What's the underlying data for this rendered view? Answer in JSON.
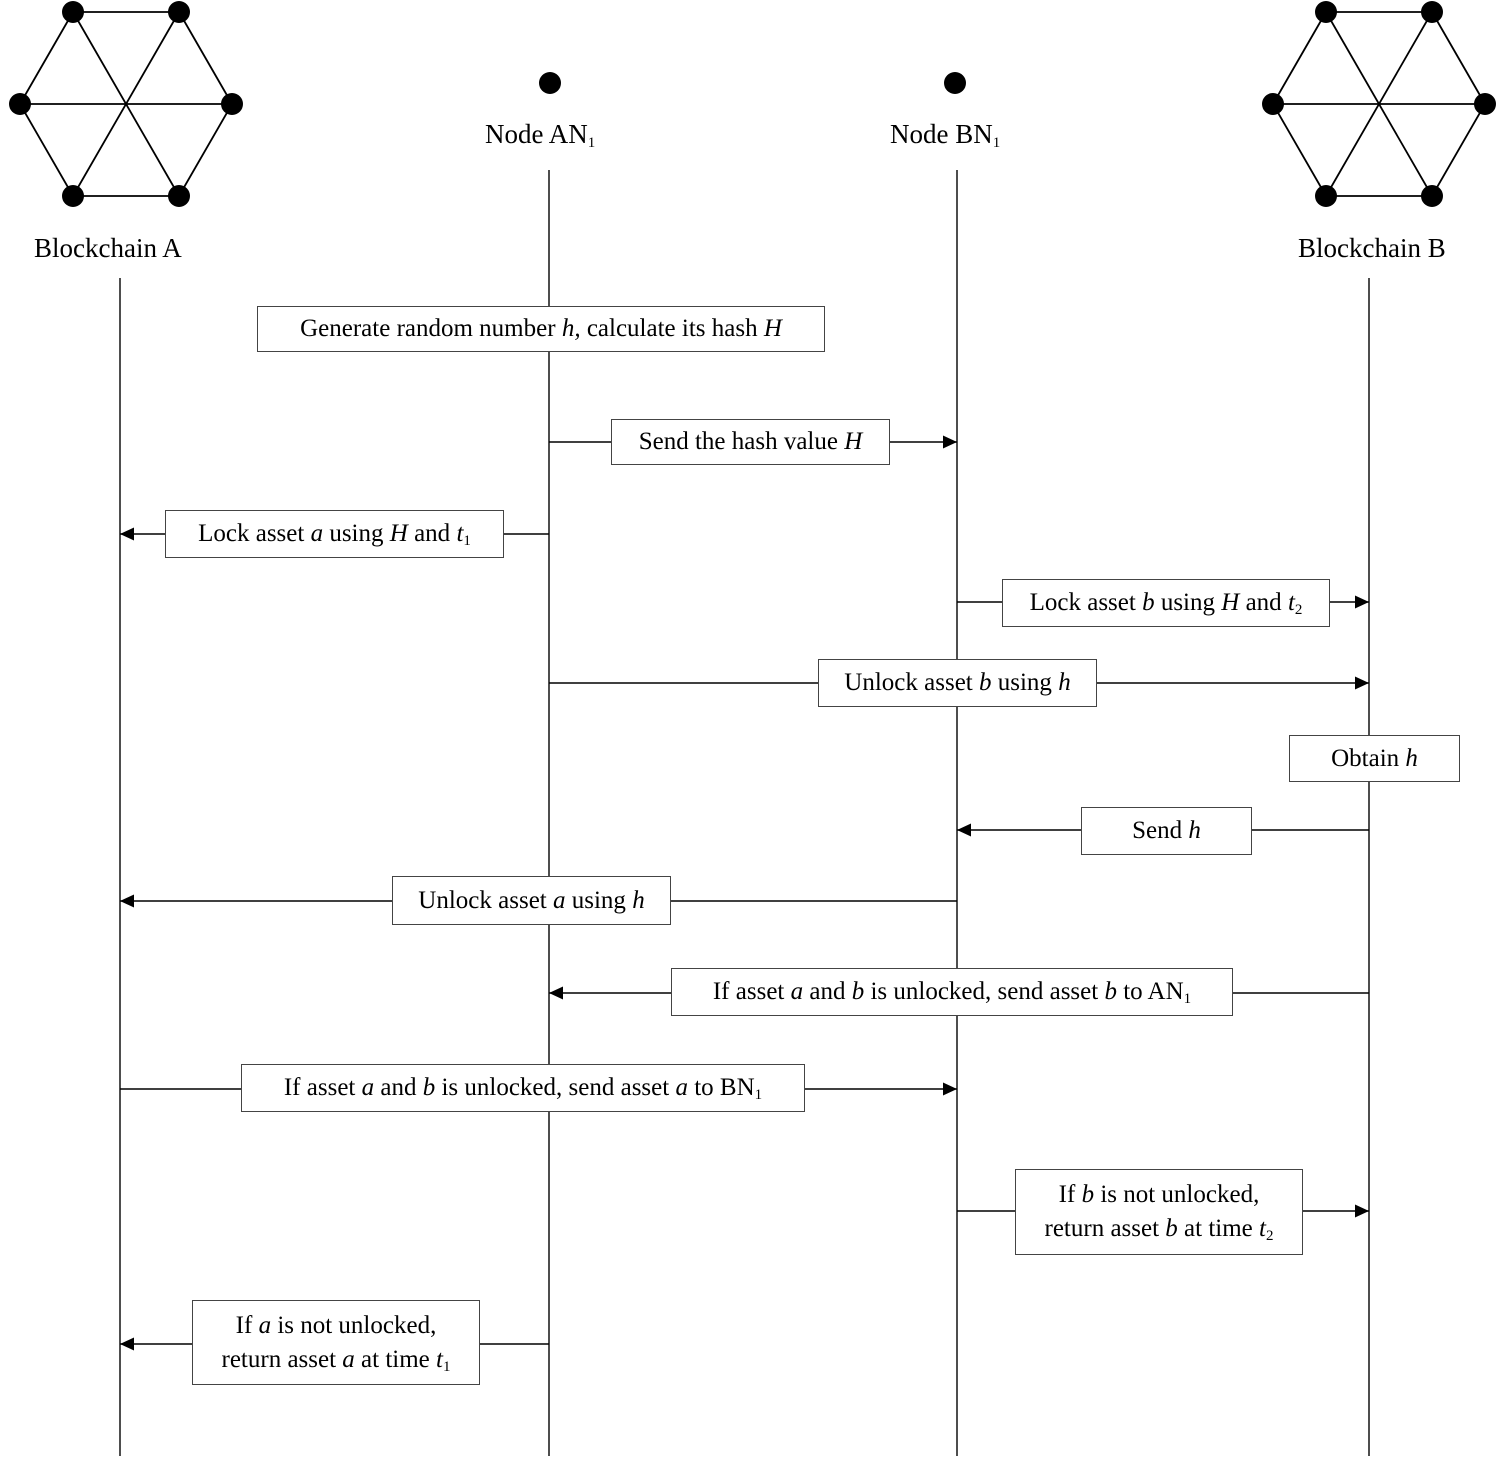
{
  "participants": {
    "blockchain_a": "Blockchain A",
    "node_an1": {
      "text": "Node AN",
      "sub": "1"
    },
    "node_bn1": {
      "text": "Node BN",
      "sub": "1"
    },
    "blockchain_b": "Blockchain B"
  },
  "messages": [
    {
      "id": "generate",
      "from": "node_an1",
      "to": "node_an1",
      "lines": [
        [
          "Generate random number ",
          {
            "i": "h,"
          },
          " calculate its hash ",
          {
            "i": "H"
          }
        ]
      ]
    },
    {
      "id": "send-hash",
      "from": "node_an1",
      "to": "node_bn1",
      "lines": [
        [
          "Send the hash value ",
          {
            "i": "H"
          }
        ]
      ]
    },
    {
      "id": "lock-a",
      "from": "node_an1",
      "to": "blockchain_a",
      "lines": [
        [
          "Lock asset ",
          {
            "i": "a"
          },
          " using ",
          {
            "i": "H"
          },
          " and ",
          {
            "i": "t"
          },
          {
            "sub": "1"
          }
        ]
      ]
    },
    {
      "id": "lock-b",
      "from": "node_bn1",
      "to": "blockchain_b",
      "lines": [
        [
          "Lock asset ",
          {
            "i": "b"
          },
          " using ",
          {
            "i": "H"
          },
          " and ",
          {
            "i": "t"
          },
          {
            "sub": "2"
          }
        ]
      ]
    },
    {
      "id": "unlock-b",
      "from": "node_an1",
      "to": "blockchain_b",
      "lines": [
        [
          "Unlock asset ",
          {
            "i": "b"
          },
          " using ",
          {
            "i": "h"
          }
        ]
      ]
    },
    {
      "id": "obtain-h",
      "from": "blockchain_b",
      "to": "blockchain_b",
      "lines": [
        [
          "Obtain ",
          {
            "i": "h"
          }
        ]
      ]
    },
    {
      "id": "send-h",
      "from": "blockchain_b",
      "to": "node_bn1",
      "lines": [
        [
          "Send ",
          {
            "i": "h"
          }
        ]
      ]
    },
    {
      "id": "unlock-a",
      "from": "node_bn1",
      "to": "blockchain_a",
      "lines": [
        [
          "Unlock asset ",
          {
            "i": "a"
          },
          " using ",
          {
            "i": "h"
          }
        ]
      ]
    },
    {
      "id": "send-b-to-an1",
      "from": "blockchain_b",
      "to": "node_an1",
      "lines": [
        [
          "If asset ",
          {
            "i": "a"
          },
          " and ",
          {
            "i": "b"
          },
          " is unlocked, send asset ",
          {
            "i": "b"
          },
          " to AN",
          {
            "sub": "1"
          }
        ]
      ]
    },
    {
      "id": "send-a-to-bn1",
      "from": "blockchain_a",
      "to": "node_bn1",
      "lines": [
        [
          "If asset ",
          {
            "i": "a"
          },
          " and ",
          {
            "i": "b"
          },
          " is unlocked, send asset ",
          {
            "i": "a"
          },
          " to BN",
          {
            "sub": "1"
          }
        ]
      ]
    },
    {
      "id": "return-b",
      "from": "node_bn1",
      "to": "blockchain_b",
      "lines": [
        [
          "If ",
          {
            "i": "b"
          },
          " is not unlocked,"
        ],
        [
          "return asset ",
          {
            "i": "b"
          },
          " at time ",
          {
            "i": "t"
          },
          {
            "sub": "2"
          }
        ]
      ]
    },
    {
      "id": "return-a",
      "from": "node_an1",
      "to": "blockchain_a",
      "lines": [
        [
          "If ",
          {
            "i": "a"
          },
          " is not unlocked,"
        ],
        [
          "return asset ",
          {
            "i": "a"
          },
          " at time ",
          {
            "i": "t"
          },
          {
            "sub": "1"
          }
        ]
      ]
    }
  ]
}
